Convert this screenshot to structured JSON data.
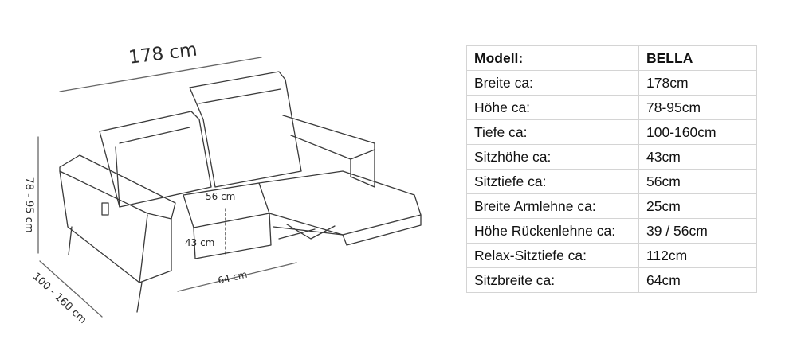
{
  "drawing": {
    "width_label": "178 cm",
    "height_label": "78 - 95 cm",
    "depth_label": "100 - 160 cm",
    "seat_depth_label": "56 cm",
    "seat_height_label": "43 cm",
    "seat_width_label": "64 cm"
  },
  "specs": {
    "header": {
      "key": "Modell:",
      "value": "BELLA"
    },
    "rows": [
      {
        "key": "Breite ca:",
        "value": "178cm"
      },
      {
        "key": "Höhe ca:",
        "value": "78-95cm"
      },
      {
        "key": "Tiefe ca:",
        "value": "100-160cm"
      },
      {
        "key": "Sitzhöhe ca:",
        "value": "43cm"
      },
      {
        "key": "Sitztiefe ca:",
        "value": "56cm"
      },
      {
        "key": "Breite Armlehne ca:",
        "value": "25cm"
      },
      {
        "key": "Höhe Rückenlehne ca:",
        "value": "39 / 56cm"
      },
      {
        "key": "Relax-Sitztiefe ca:",
        "value": "112cm"
      },
      {
        "key": "Sitzbreite ca:",
        "value": "64cm"
      }
    ]
  },
  "colors": {
    "line": "#3a3a3a",
    "table_border": "#d4d4d4"
  }
}
